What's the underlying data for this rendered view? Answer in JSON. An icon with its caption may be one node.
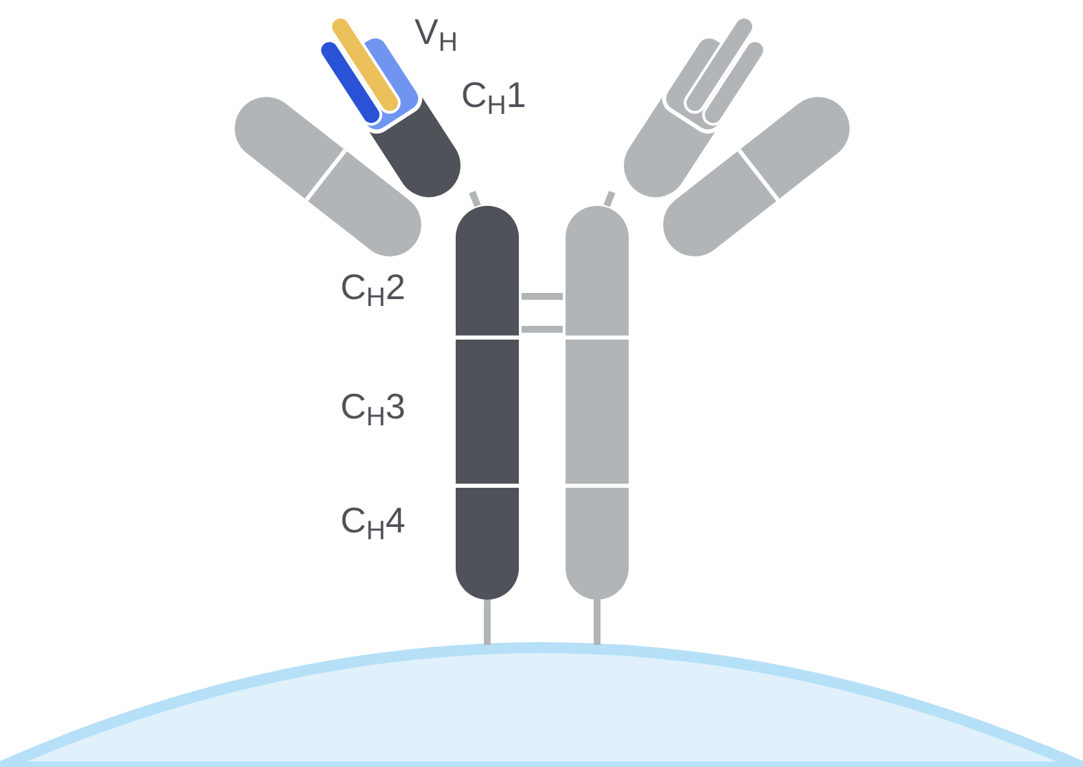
{
  "diagram": {
    "labels": [
      "V$_{H}$",
      "C$_{H}$1",
      "C$_{H}$2",
      "C$_{H}$3",
      "C$_{H}$4"
    ]
  }
}
